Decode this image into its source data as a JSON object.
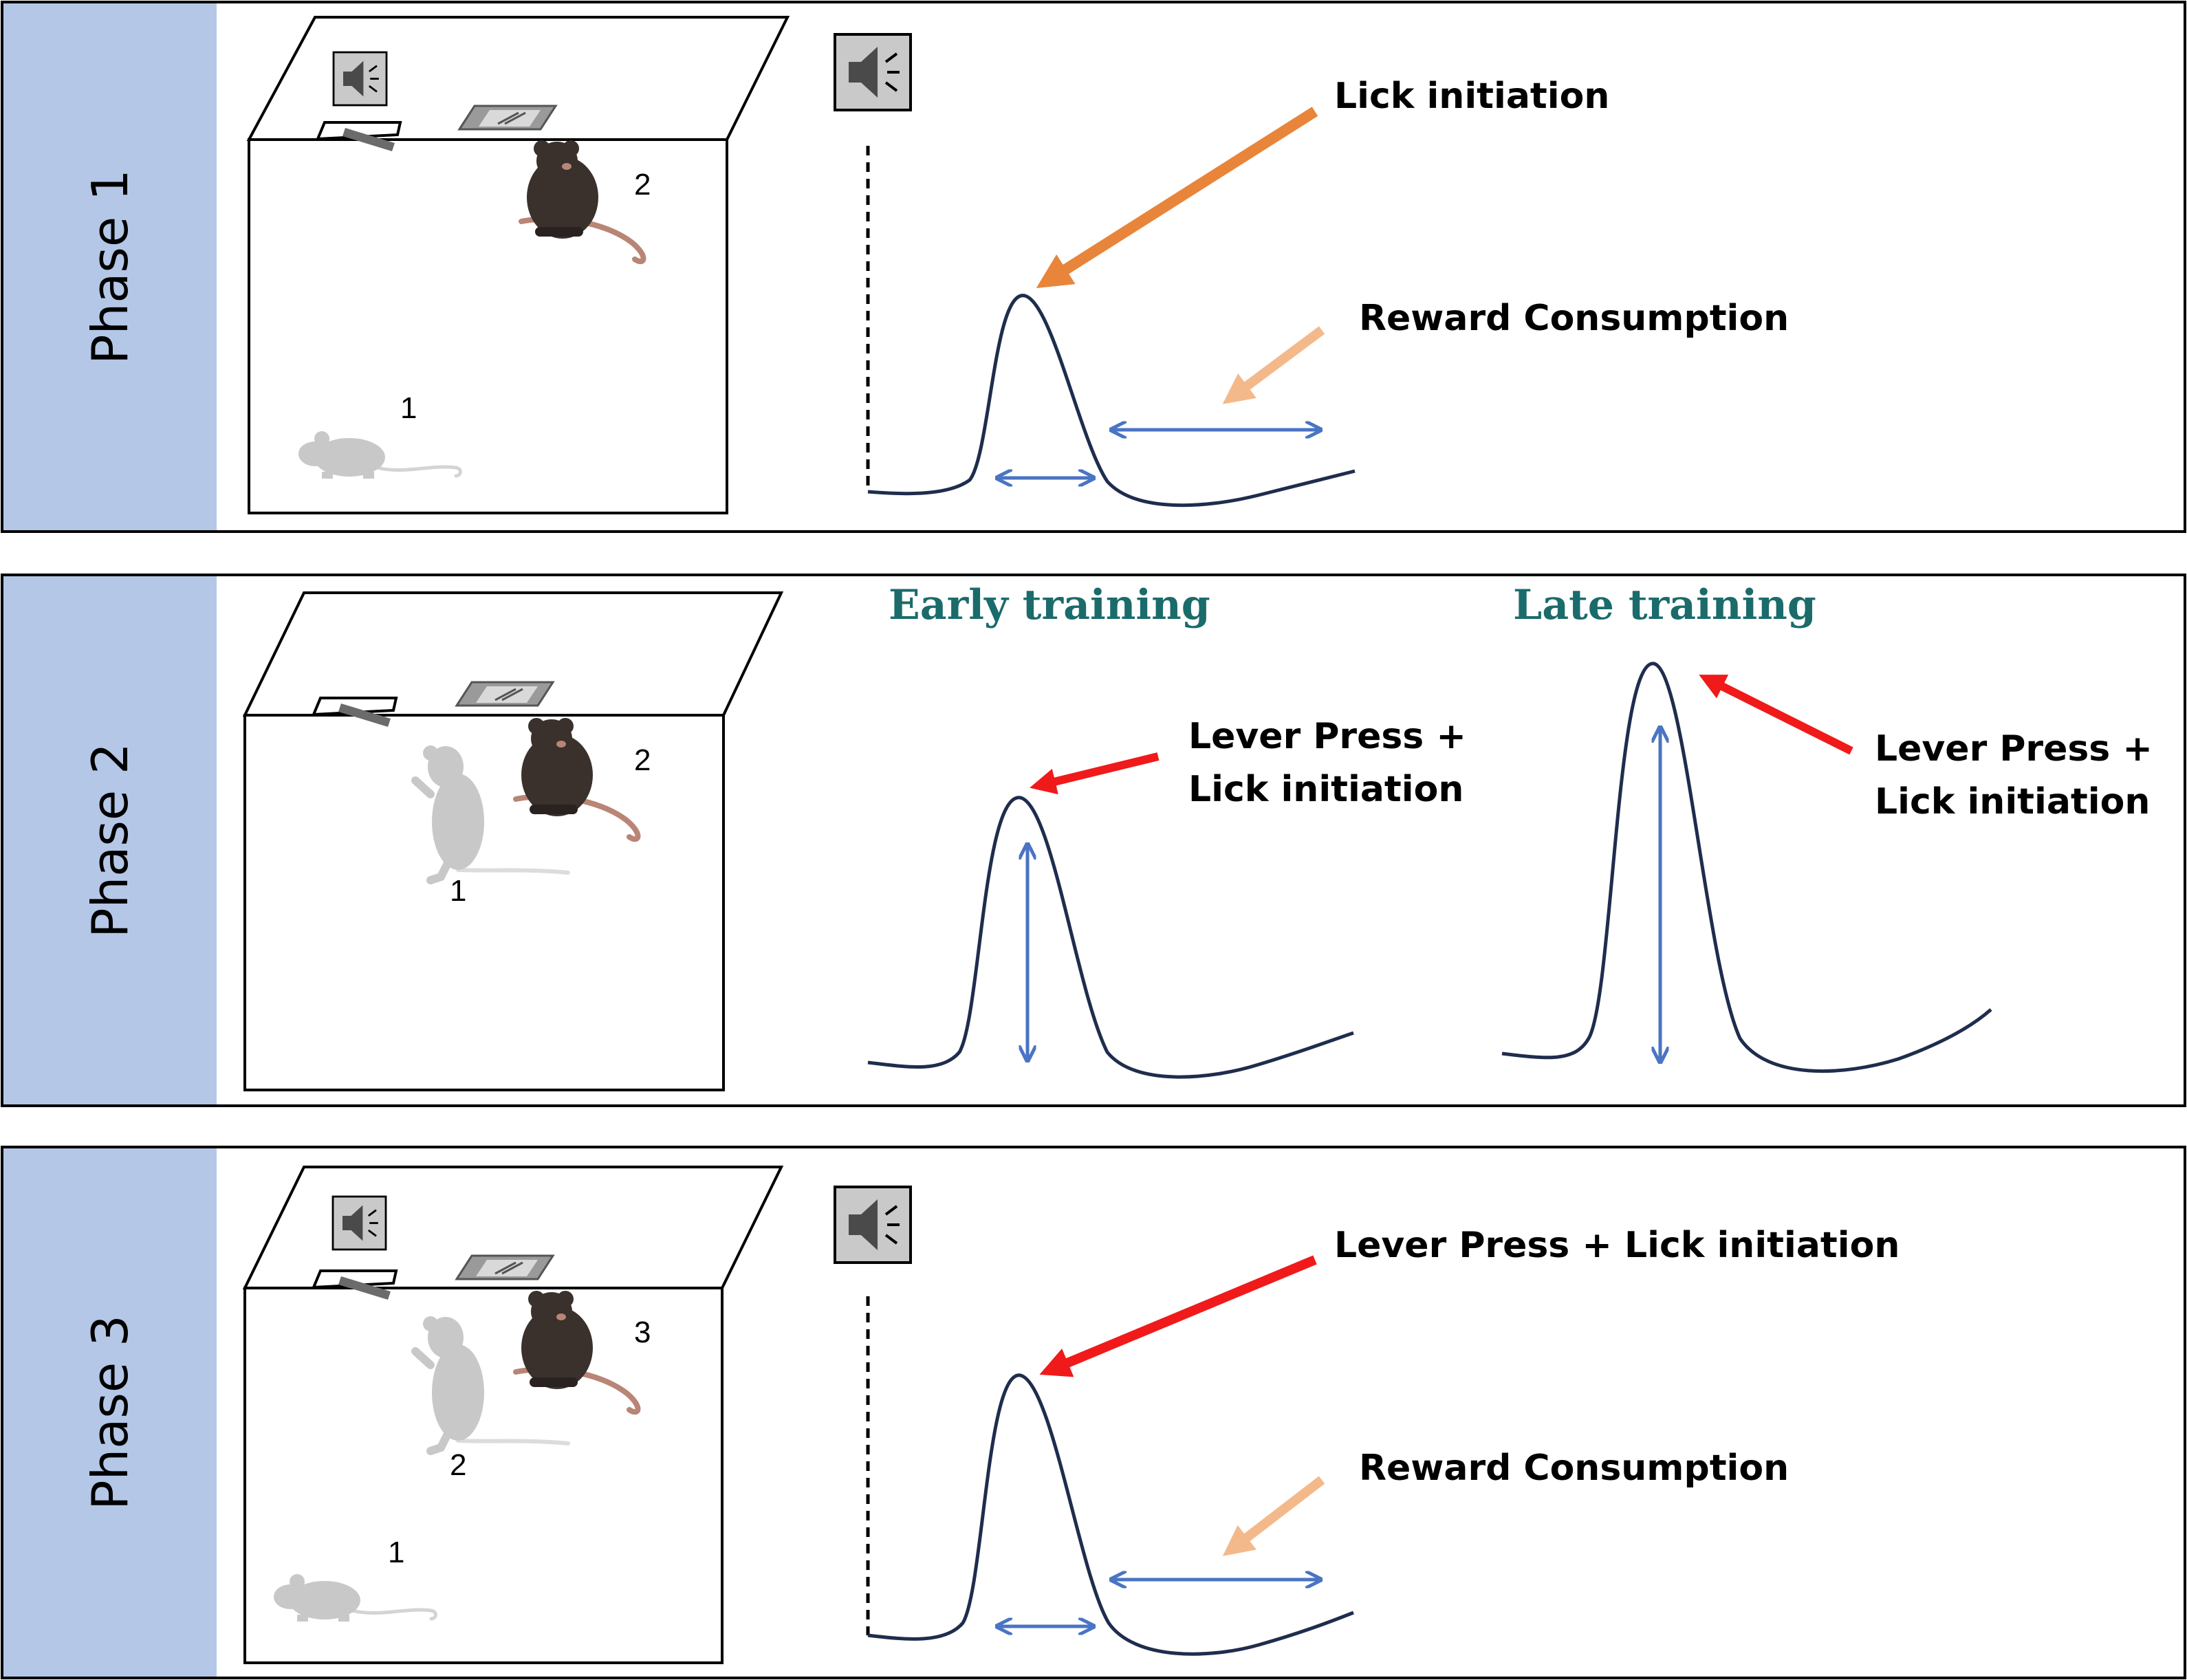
{
  "colors": {
    "phase_bar": "#b4c7e7",
    "lick_arrow": "#e8853a",
    "reward_arrow": "#f4b98a",
    "lever_arrow": "#f01a1a",
    "double_arrow": "#4a74c4",
    "trace": "#1f2d4d",
    "stage_text": "#1b6b6b",
    "mouse_dark": "#3a302c",
    "mouse_light": "#c8c8c8"
  },
  "phases": [
    {
      "label": "Phase 1",
      "mouse_numbers": [
        "2",
        "1"
      ],
      "speaker_icon": "speaker-icon",
      "annotations": {
        "peak": "Lick initiation",
        "reward": "Reward Consumption"
      }
    },
    {
      "label": "Phase 2",
      "mouse_numbers": [
        "2",
        "1"
      ],
      "stages": [
        "Early training",
        "Late training"
      ],
      "annotations": {
        "early_line1": "Lever Press +",
        "early_line2": "Lick initiation",
        "late_line1": "Lever Press +",
        "late_line2": "Lick initiation"
      }
    },
    {
      "label": "Phase 3",
      "mouse_numbers": [
        "3",
        "2",
        "1"
      ],
      "speaker_icon": "speaker-icon",
      "annotations": {
        "peak": "Lever Press + Lick initiation",
        "reward": "Reward Consumption"
      }
    }
  ]
}
